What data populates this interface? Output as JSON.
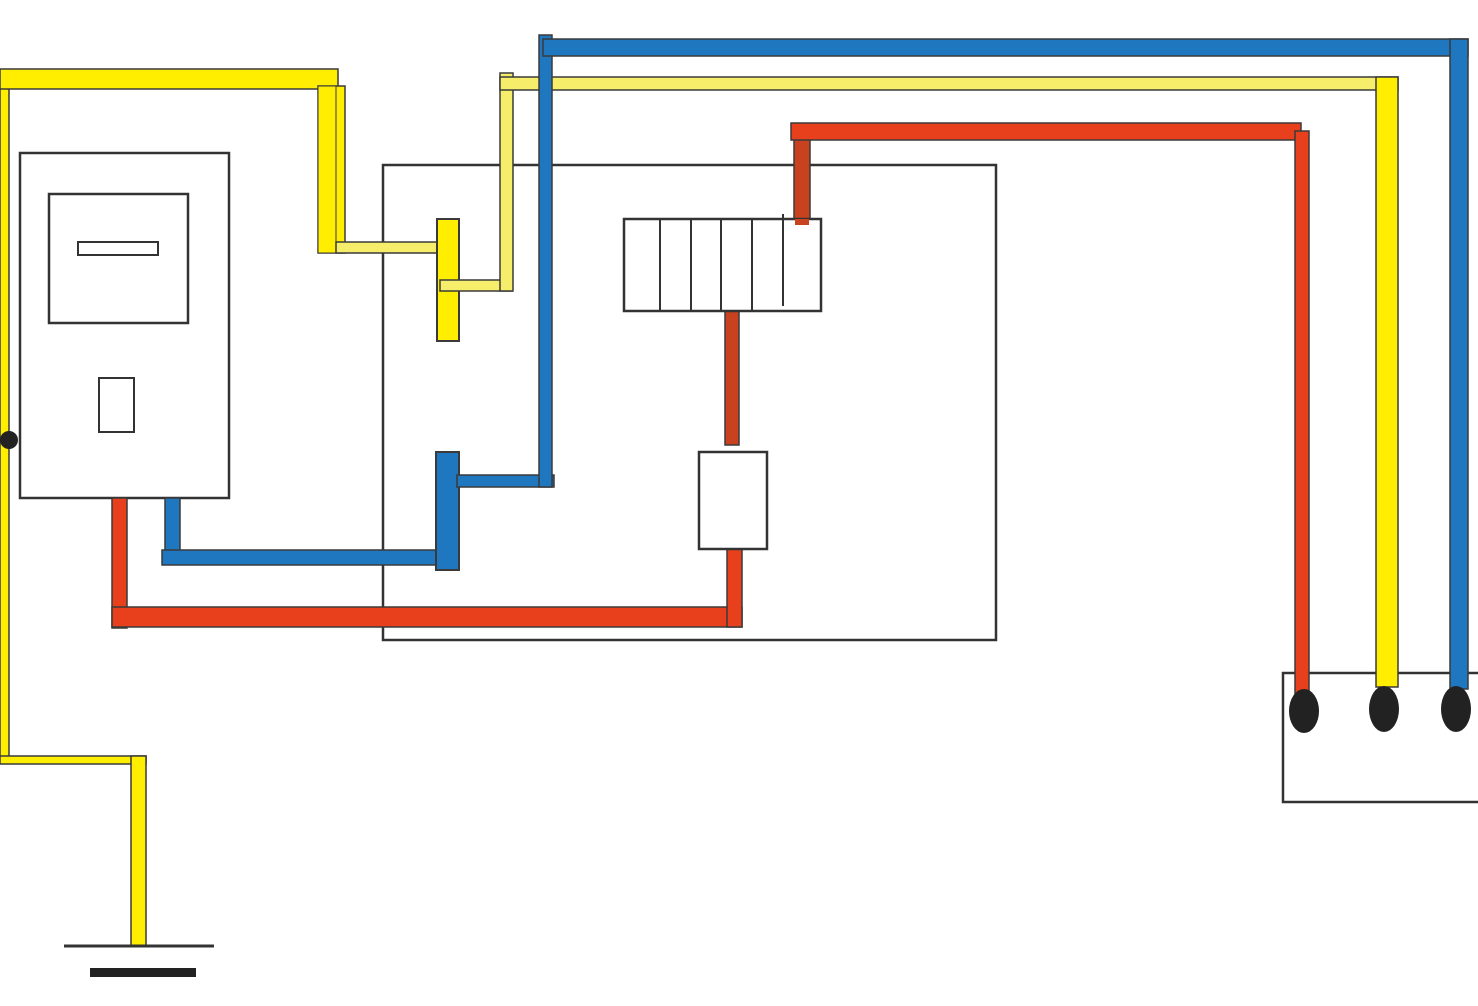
{
  "diagram": {
    "wire_colors": {
      "phase": "#e8401c",
      "phase_dark": "#c9421f",
      "neutral": "#1f77bf",
      "earth": "#ffee00",
      "earth_pale": "#f6ee6a",
      "outline": "#333333",
      "terminal": "#222222"
    },
    "components": [
      "electricity-meter",
      "distribution-board",
      "earth-busbar",
      "neutral-busbar",
      "circuit-breaker-block",
      "rcd-device",
      "socket-outlet",
      "earth-electrode"
    ],
    "socket_terminals": [
      "phase",
      "earth",
      "neutral"
    ]
  }
}
